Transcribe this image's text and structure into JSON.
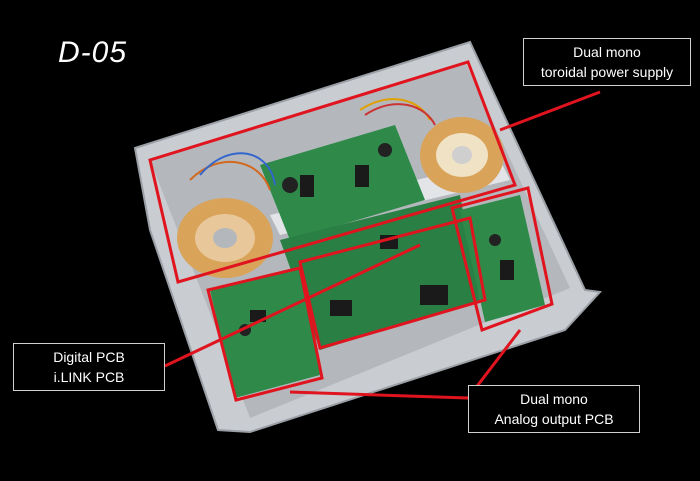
{
  "title": "D-05",
  "callouts": {
    "power_supply": {
      "line1": "Dual mono",
      "line2": "toroidal power supply"
    },
    "digital_pcb": {
      "line1": "Digital PCB",
      "line2": "i.LINK PCB"
    },
    "analog_pcb": {
      "line1": "Dual mono",
      "line2": "Analog output PCB"
    }
  },
  "colors": {
    "background": "#000000",
    "chassis": "#c9ccd0",
    "pcb_green": "#2f8a4a",
    "highlight_red": "#e0141e",
    "transformer_copper": "#d9a35a"
  }
}
